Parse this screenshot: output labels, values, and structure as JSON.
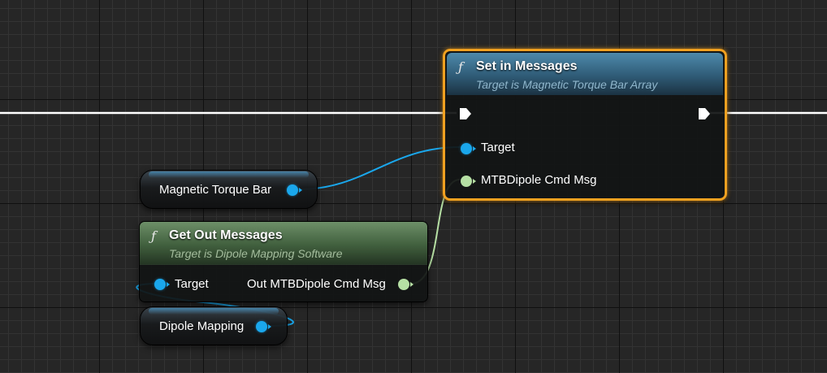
{
  "graph": {
    "set_node": {
      "title": "Set in Messages",
      "subtitle": "Target is Magnetic Torque Bar Array",
      "icon": "function-icon",
      "highlight_color": "#f0a020",
      "pins": {
        "target_label": "Target",
        "msg_label": "MTBDipole Cmd Msg"
      }
    },
    "get_node": {
      "title": "Get Out Messages",
      "subtitle": "Target is Dipole Mapping Software",
      "icon": "function-icon",
      "pins": {
        "target_label": "Target",
        "out_label": "Out MTBDipole Cmd Msg"
      }
    },
    "var_magnetic": {
      "label": "Magnetic Torque Bar"
    },
    "var_dipole": {
      "label": "Dipole Mapping"
    }
  },
  "colors": {
    "object_pin": "#1aa7ec",
    "struct_pin": "#b6e0a4",
    "exec_wire": "#ffffff",
    "set_header": "#3b6a86",
    "get_header": "#4b6a48"
  }
}
